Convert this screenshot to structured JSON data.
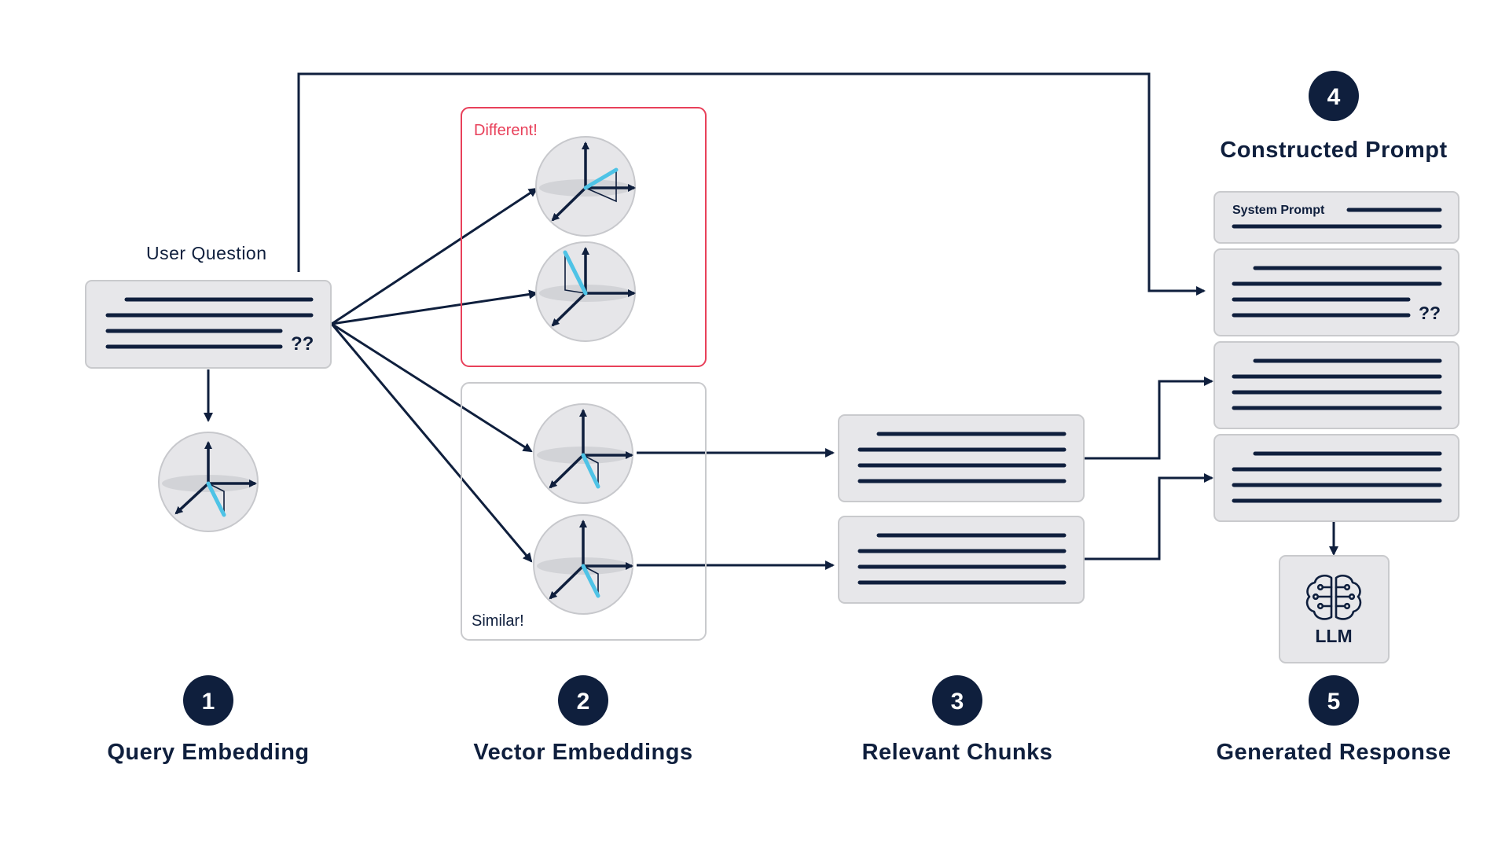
{
  "labels": {
    "user_question": "User Question",
    "question_marks": "??",
    "different": "Different!",
    "similar": "Similar!",
    "system_prompt": "System Prompt",
    "llm": "LLM"
  },
  "steps": [
    {
      "number": "1",
      "title": "Query Embedding"
    },
    {
      "number": "2",
      "title": "Vector Embeddings"
    },
    {
      "number": "3",
      "title": "Relevant Chunks"
    },
    {
      "number": "4",
      "title": "Constructed Prompt"
    },
    {
      "number": "5",
      "title": "Generated Response"
    }
  ],
  "colors": {
    "navy": "#0f1f3d",
    "card_fill": "#e7e7ea",
    "different_border": "#e8405a",
    "similar_border": "#c9cacd",
    "vector_accent": "#4ec3e6"
  },
  "icons": {
    "llm": "brain-icon",
    "embedding": "3d-axes-icon"
  }
}
